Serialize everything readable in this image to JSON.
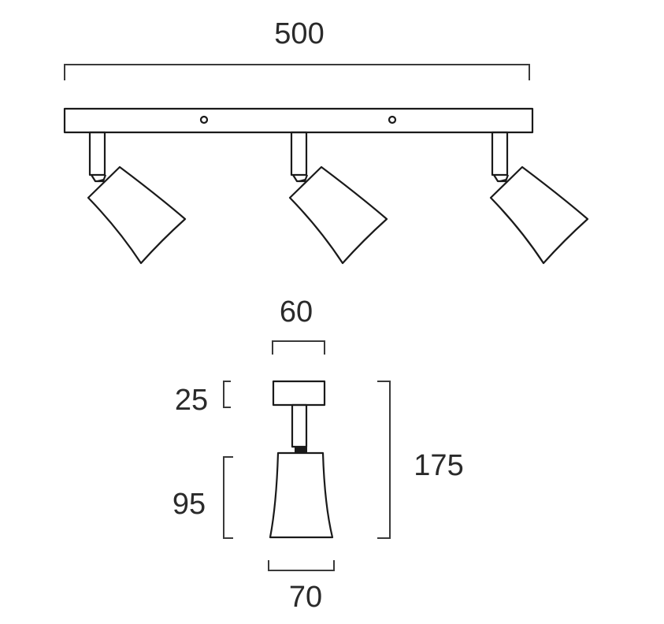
{
  "dimensions": {
    "total_length": "500",
    "base_width": "60",
    "base_height": "25",
    "shade_height": "95",
    "total_height": "175",
    "shade_width": "70"
  }
}
